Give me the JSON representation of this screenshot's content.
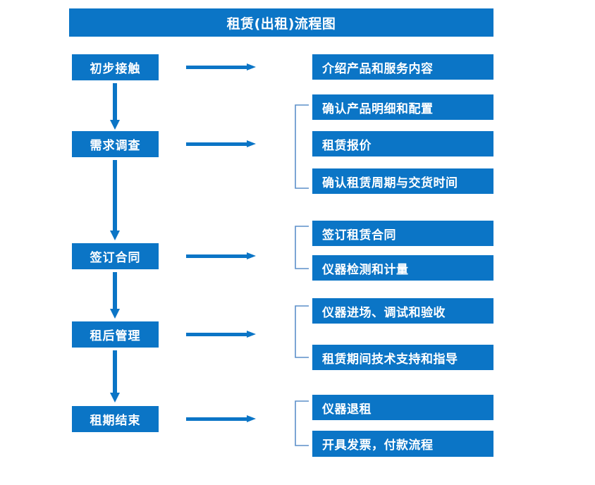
{
  "diagram": {
    "title": "租赁(出租)流程图",
    "accent_color": "#0B75C6",
    "bracket_color": "#5B8FC9",
    "text_color": "#FFFFFF",
    "background_color": "#FFFFFF",
    "stages": [
      {
        "id": "stage-1",
        "label": "初步接触",
        "details": [
          "介绍产品和服务内容"
        ],
        "has_bracket": false
      },
      {
        "id": "stage-2",
        "label": "需求调查",
        "details": [
          "确认产品明细和配置",
          "租赁报价",
          "确认租赁周期与交货时间"
        ],
        "has_bracket": true
      },
      {
        "id": "stage-3",
        "label": "签订合同",
        "details": [
          "签订租赁合同",
          "仪器检测和计量"
        ],
        "has_bracket": true
      },
      {
        "id": "stage-4",
        "label": "租后管理",
        "details": [
          "仪器进场、调试和验收",
          "租赁期间技术支持和指导"
        ],
        "has_bracket": true
      },
      {
        "id": "stage-5",
        "label": "租期结束",
        "details": [
          "仪器退租",
          "开具发票，付款流程"
        ],
        "has_bracket": true
      }
    ],
    "detail_boxes": [
      "介绍产品和服务内容",
      "确认产品明细和配置",
      "租赁报价",
      "确认租赁周期与交货时间",
      "签订租赁合同",
      "仪器检测和计量",
      "仪器进场、调试和验收",
      "租赁期间技术支持和指导",
      "仪器退租",
      "开具发票，付款流程"
    ]
  }
}
